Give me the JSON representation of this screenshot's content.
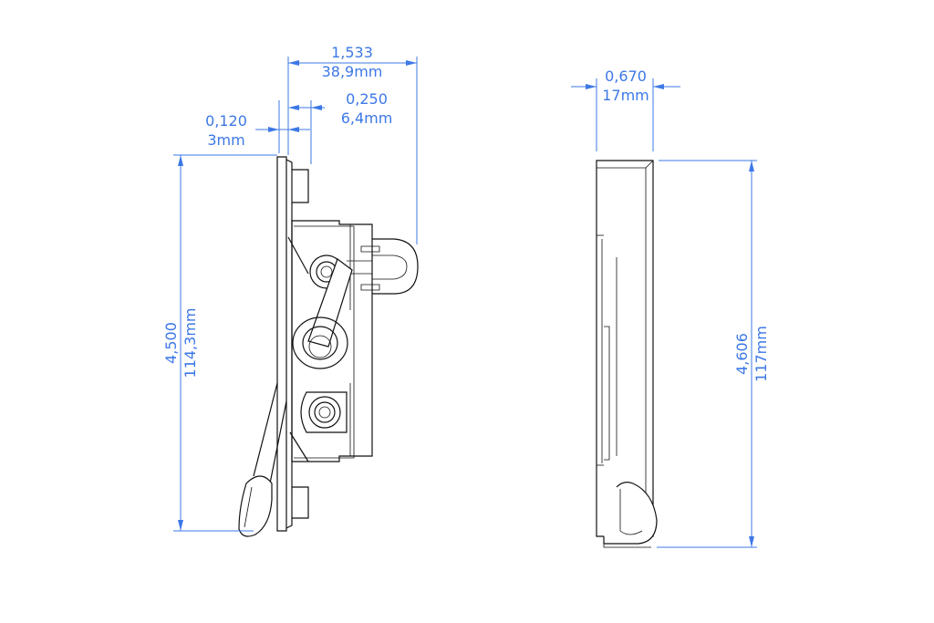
{
  "dimensions": {
    "overall_depth": {
      "inch": "1,533",
      "mm": "38,9mm"
    },
    "housing_depth": {
      "inch": "0,250",
      "mm": "6,4mm"
    },
    "plate_thickness": {
      "inch": "0,120",
      "mm": "3mm"
    },
    "plate_height": {
      "inch": "4,500",
      "mm": "114,3mm"
    },
    "front_width": {
      "inch": "0,670",
      "mm": "17mm"
    },
    "front_height": {
      "inch": "4,606",
      "mm": "117mm"
    }
  }
}
